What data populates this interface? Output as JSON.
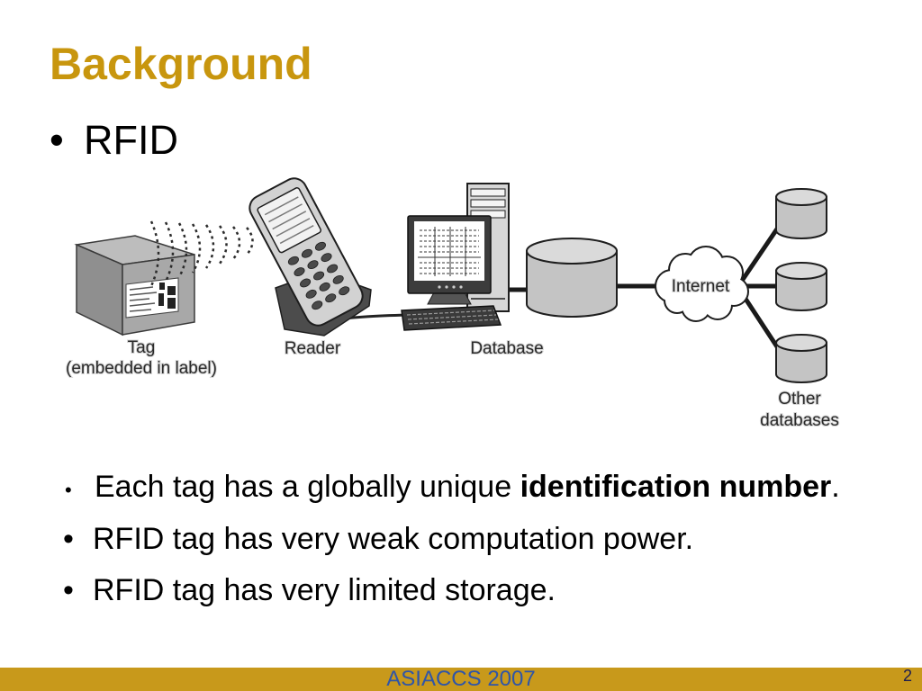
{
  "slide": {
    "title": "Background"
  },
  "main_bullet": {
    "bullet": "•",
    "text": "RFID"
  },
  "diagram": {
    "labels": {
      "tag": "Tag",
      "tag_note": "(embedded in label)",
      "reader": "Reader",
      "database": "Database",
      "internet": "Internet",
      "other_line1": "Other",
      "other_line2": "databases"
    },
    "icons": {
      "tag": "tag-box-icon",
      "signal": "radio-waves-icon",
      "reader": "handheld-reader-icon",
      "computer": "computer-icon",
      "database": "database-cylinder-icon",
      "internet": "internet-cloud-icon",
      "other_databases": "database-cylinder-icon"
    }
  },
  "bullets": [
    {
      "bullet": "•",
      "text": "Each tag has a globally unique ",
      "bold": "identification number",
      "tail": "."
    },
    {
      "bullet": "•",
      "text": "RFID tag has very weak computation power."
    },
    {
      "bullet": "•",
      "text": "RFID tag has very limited storage."
    }
  ],
  "footer": {
    "text": "ASIACCS 2007",
    "page_number": "2"
  },
  "colors": {
    "title": "#c8960e",
    "body_text": "#000000",
    "footer_bar": "#c8991b",
    "footer_text": "#2f55a8",
    "page_number": "#1c1c50"
  }
}
